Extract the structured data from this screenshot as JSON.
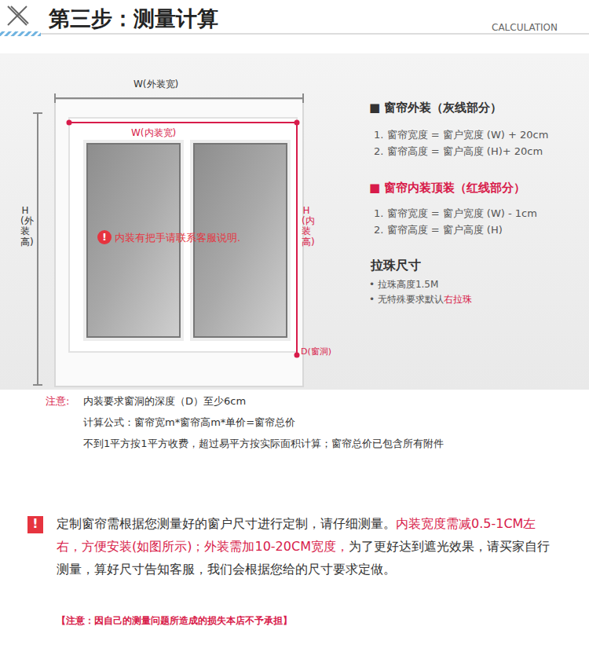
{
  "diagram": {
    "title": "第三步：测量计算",
    "labels": [
      "CALCULATION",
      "W(外装宽)",
      "W(内装宽)",
      "H(外装高)",
      "H(内装高)",
      "D(窗洞)",
      "!",
      "内装有把手请联系客服说明.",
      "■ 窗帘外装（灰线部分）",
      "1. 窗帘宽度 = 窗户宽度 (W) + 20cm",
      "2. 窗帘高度 = 窗户高度 (H)+ 20cm",
      "■ 窗帘内装顶装（红线部分）",
      "1. 窗帘宽度 = 窗户宽度 (W) - 1cm",
      "2. 窗帘高度 = 窗户高度 (H)",
      "拉珠尺寸",
      "• 拉珠高度1.5M",
      "• 无特殊要求默认",
      "右拉珠",
      "注意:",
      "内装要求窗洞的深度（D）至少6cm",
      "计算公式：窗帘宽m*窗帘高m*单价=窗帘总价",
      "不到1平方按1平方收费，超过易平方按实际面积计算；窗帘总价已包含所有附件",
      "!",
      "定制窗帘需根据您测量好的窗户尺寸进行定制，请仔细测量。",
      "内装宽度需减0.5-1CM左右，方便安装(如图所示)；",
      "外装需加10-20CM宽度，",
      "为了更好达到遮光效果，请买家自行测量，算好尺寸告知客服，我们会根据您给的尺寸要求定做。",
      "【注意：因自己的测量问题所造成的损失本店不予承担】"
    ]
  }
}
